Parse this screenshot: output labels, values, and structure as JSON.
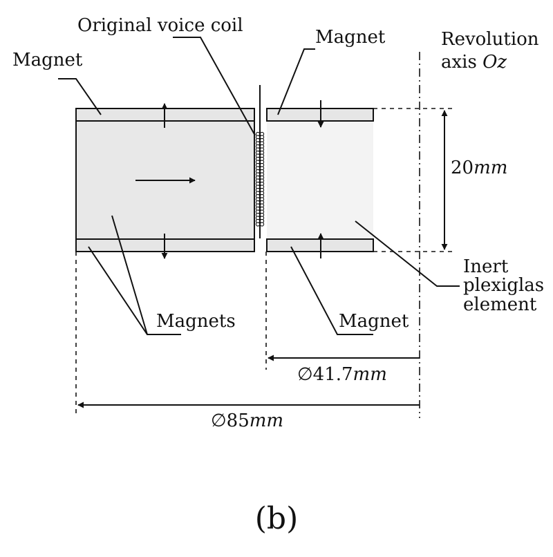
{
  "labels": {
    "voice_coil": "Original voice coil",
    "magnet_top_left": "Magnet",
    "magnet_top_right": "Magnet",
    "axis_line1": "Revolution",
    "axis_line2_text": "axis ",
    "axis_line2_math": "Oz",
    "height_value": "20",
    "height_unit": "mm",
    "inert_line1": "Inert",
    "inert_line2": "plexiglas",
    "inert_line3": "element",
    "magnets_bottom": "Magnets",
    "magnet_bottom_right": "Magnet",
    "diam_small_sym": "∅41.7",
    "diam_small_unit": "mm",
    "diam_large_sym": "∅85",
    "diam_large_unit": "mm"
  },
  "caption": "(b)",
  "colors": {
    "stroke": "#111111",
    "magnet_fill": "#e6e6e6",
    "plexiglas_fill": "#f3f3f3"
  }
}
